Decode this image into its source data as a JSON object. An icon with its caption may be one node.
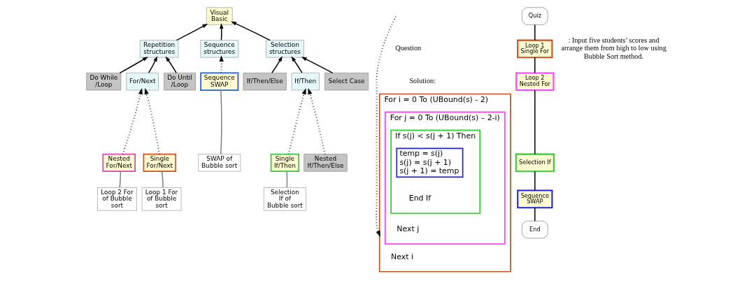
{
  "diagram": {
    "nodes": [
      {
        "text": [
          "Visual Basic"
        ]
      },
      {
        "text": [
          "Repetition structures"
        ]
      },
      {
        "text": [
          "Sequence structures"
        ]
      },
      {
        "text": [
          "Selection structures"
        ]
      },
      {
        "text": [
          "Do While /Loop"
        ]
      },
      {
        "text": [
          "For/Next"
        ]
      },
      {
        "text": [
          "Do Until /Loop"
        ]
      },
      {
        "text": [
          "Sequence SWAP"
        ]
      },
      {
        "text": [
          "If/Then/Else"
        ]
      },
      {
        "text": [
          "If/Then"
        ]
      },
      {
        "text": [
          "Select Case"
        ]
      },
      {
        "text": [
          "Nested For/Next"
        ]
      },
      {
        "text": [
          "Single For/Next"
        ]
      },
      {
        "text": [
          "SWAP of Bubble sort"
        ]
      },
      {
        "text": [
          "Single If/Then"
        ]
      },
      {
        "text": [
          "Nested If/Then/Else"
        ]
      },
      {
        "text": [
          "Loop 2 For of Bubble sort"
        ]
      },
      {
        "text": [
          "Loop 1 For of Bubble sort"
        ]
      },
      {
        "text": [
          "Selection If of Bubble sort"
        ]
      },
      {
        "text": [
          "For i = 0 To (UBound(s) - 2)",
          "Next i"
        ]
      },
      {
        "text": [
          "For j = 0 To (UBound(s) – 2-i)",
          "Next j"
        ],
        "in": 19
      },
      {
        "text": [
          "If s(j) < s(j + 1) Then",
          "End If"
        ],
        "in": 20
      },
      {
        "text": [
          "temp = s(j)",
          "s(j) = s(j + 1)",
          "s(j + 1) = temp"
        ],
        "in": 21
      },
      {
        "text": [
          "Quiz"
        ]
      },
      {
        "text": [
          "Loop 1 Single For"
        ]
      },
      {
        "text": [
          "Loop 2 Nested For"
        ]
      },
      {
        "text": [
          "Selection If"
        ]
      },
      {
        "text": [
          "Sequence SWAP"
        ]
      },
      {
        "text": [
          "End"
        ]
      }
    ],
    "edges": [
      {
        "from": 1,
        "to": 0,
        "arrow": "to"
      },
      {
        "from": 2,
        "to": 0,
        "arrow": "to"
      },
      {
        "from": 3,
        "to": 0,
        "arrow": "to"
      },
      {
        "from": 4,
        "to": 1,
        "arrow": "to"
      },
      {
        "from": 5,
        "to": 1,
        "arrow": "to"
      },
      {
        "from": 6,
        "to": 1,
        "arrow": "to"
      },
      {
        "from": 7,
        "to": 2,
        "arrow": "to",
        "style": "dashed"
      },
      {
        "from": 8,
        "to": 3,
        "arrow": "to"
      },
      {
        "from": 9,
        "to": 3,
        "arrow": "to"
      },
      {
        "from": 10,
        "to": 3,
        "arrow": "to"
      },
      {
        "from": 11,
        "to": 5,
        "arrow": "to",
        "style": "dashed"
      },
      {
        "from": 12,
        "to": 5,
        "arrow": "to",
        "style": "dashed"
      },
      {
        "from": 13,
        "to": 7,
        "arrow": "none",
        "color": "#808080"
      },
      {
        "from": 14,
        "to": 9,
        "arrow": "to",
        "style": "dashed"
      },
      {
        "from": 15,
        "to": 9,
        "arrow": "to",
        "style": "dashed"
      },
      {
        "from": 16,
        "to": 11,
        "arrow": "none",
        "color": "#808080"
      },
      {
        "from": 17,
        "to": 12,
        "arrow": "none",
        "color": "#808080"
      },
      {
        "from": 18,
        "to": 14,
        "arrow": "none",
        "color": "#808080"
      },
      {
        "from": null,
        "to": 19,
        "arrow": "to",
        "style": "dashed"
      },
      {
        "from": 23,
        "to": 24,
        "arrow": "none"
      },
      {
        "from": 24,
        "to": 25,
        "arrow": "none"
      },
      {
        "from": 25,
        "to": 26,
        "arrow": "none"
      },
      {
        "from": 26,
        "to": 27,
        "arrow": "none"
      },
      {
        "from": 27,
        "to": 28,
        "arrow": "none"
      }
    ],
    "labels": [
      "Question",
      ": Input five students’ scores and arrange them from high to low using Bubble Sort method.",
      "Solution:"
    ]
  }
}
